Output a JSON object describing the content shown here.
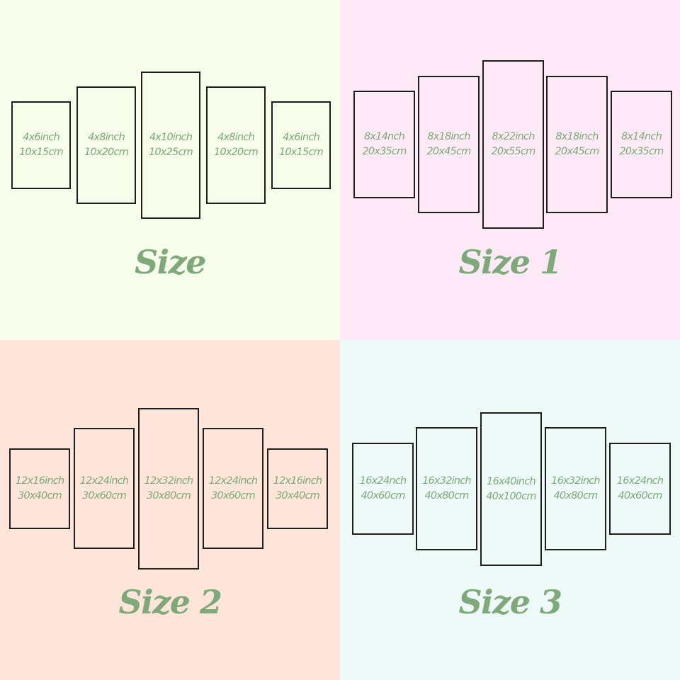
{
  "colors": {
    "accent": "#7fa87b",
    "frame": "#1e1e1e",
    "size_bg": "#f6fdeb",
    "size1_bg": "#fdeaf6",
    "size2_bg": "#fde5d9",
    "size3_bg": "#eefaf8"
  },
  "groups": [
    {
      "title": "Size",
      "panels": [
        {
          "inch": "4x6inch",
          "cm": "10x15cm"
        },
        {
          "inch": "4x8inch",
          "cm": "10x20cm"
        },
        {
          "inch": "4x10inch",
          "cm": "10x25cm"
        },
        {
          "inch": "4x8inch",
          "cm": "10x20cm"
        },
        {
          "inch": "4x6inch",
          "cm": "10x15cm"
        }
      ]
    },
    {
      "title": "Size 1",
      "panels": [
        {
          "inch": "8x14nch",
          "cm": "20x35cm"
        },
        {
          "inch": "8x18inch",
          "cm": "20x45cm"
        },
        {
          "inch": "8x22inch",
          "cm": "20x55cm"
        },
        {
          "inch": "8x18inch",
          "cm": "20x45cm"
        },
        {
          "inch": "8x14nch",
          "cm": "20x35cm"
        }
      ]
    },
    {
      "title": "Size 2",
      "panels": [
        {
          "inch": "12x16inch",
          "cm": "30x40cm"
        },
        {
          "inch": "12x24inch",
          "cm": "30x60cm"
        },
        {
          "inch": "12x32inch",
          "cm": "30x80cm"
        },
        {
          "inch": "12x24inch",
          "cm": "30x60cm"
        },
        {
          "inch": "12x16inch",
          "cm": "30x40cm"
        }
      ]
    },
    {
      "title": "Size 3",
      "panels": [
        {
          "inch": "16x24nch",
          "cm": "40x60cm"
        },
        {
          "inch": "16x32inch",
          "cm": "40x80cm"
        },
        {
          "inch": "16x40inch",
          "cm": "40x100cm"
        },
        {
          "inch": "16x32inch",
          "cm": "40x80cm"
        },
        {
          "inch": "16x24nch",
          "cm": "40x60cm"
        }
      ]
    }
  ]
}
